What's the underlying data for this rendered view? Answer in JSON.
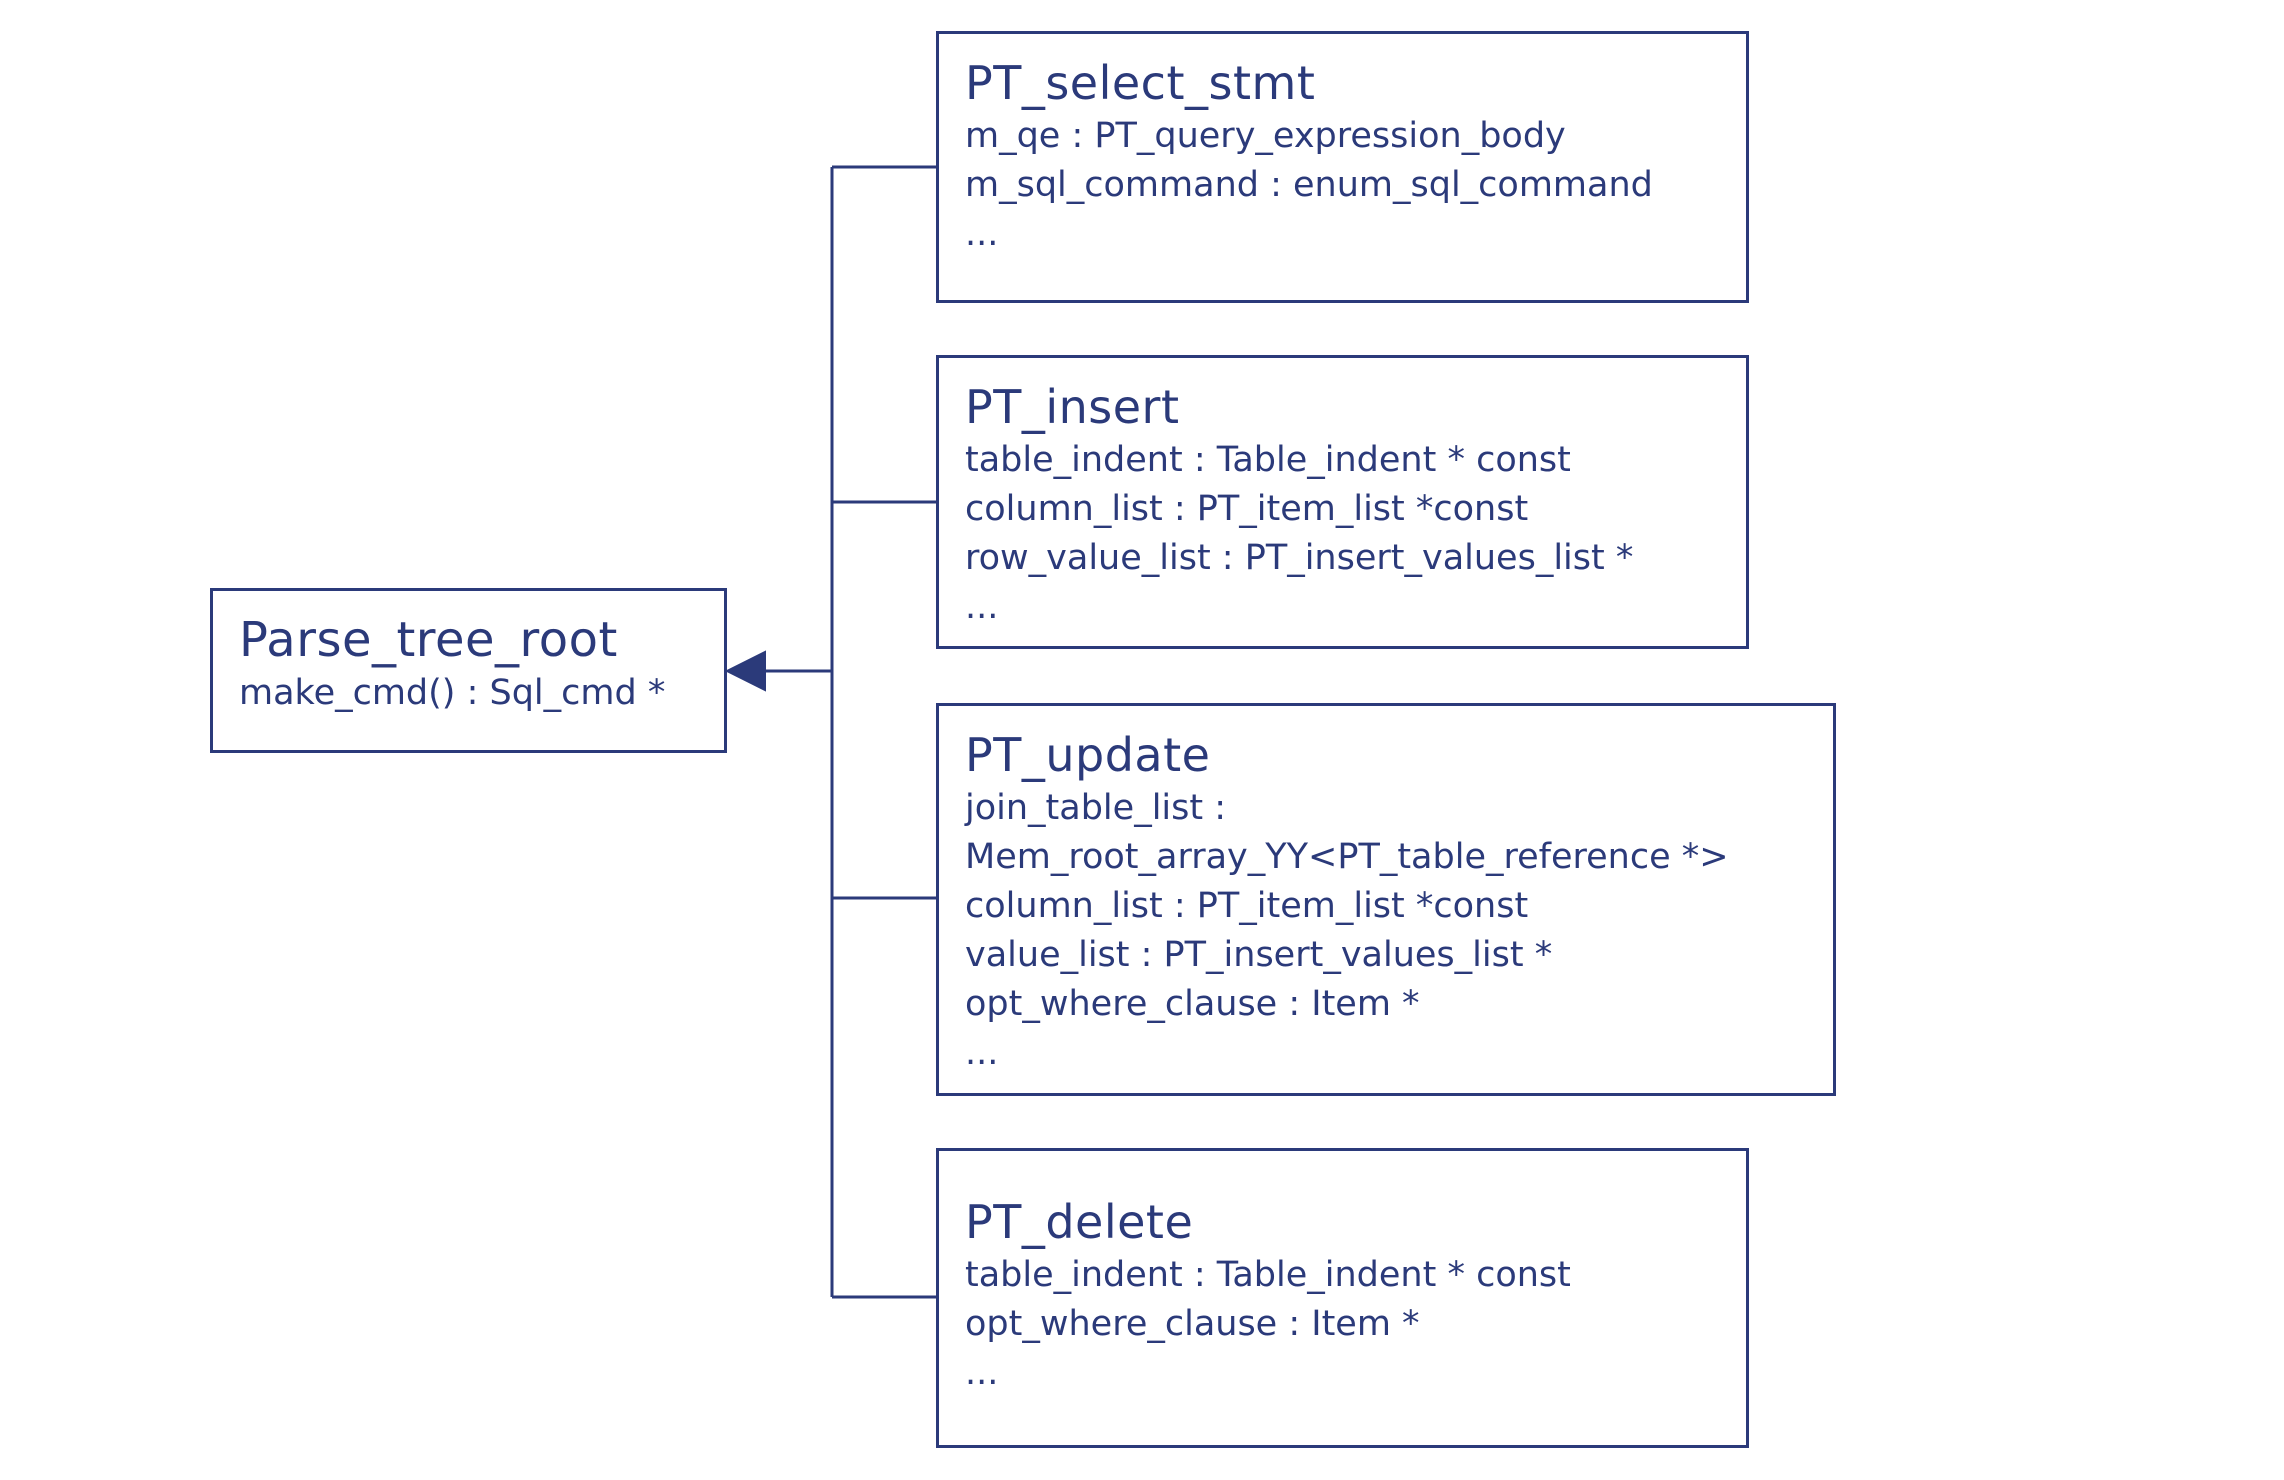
{
  "diagram": {
    "colors": {
      "stroke": "#2b3a7a",
      "text": "#2b3a7a",
      "background": "#ffffff"
    },
    "root": {
      "name": "Parse_tree_root",
      "attributes": [
        "make_cmd() : Sql_cmd *"
      ]
    },
    "children": [
      {
        "name": "PT_select_stmt",
        "attributes": [
          "m_qe : PT_query_expression_body",
          "m_sql_command : enum_sql_command",
          "..."
        ]
      },
      {
        "name": "PT_insert",
        "attributes": [
          "table_indent : Table_indent * const",
          "column_list : PT_item_list *const",
          "row_value_list : PT_insert_values_list *",
          "..."
        ]
      },
      {
        "name": "PT_update",
        "attributes": [
          "join_table_list :",
          "Mem_root_array_YY<PT_table_reference *>",
          "column_list : PT_item_list *const",
          "value_list : PT_insert_values_list *",
          "opt_where_clause : Item *",
          "..."
        ]
      },
      {
        "name": "PT_delete",
        "attributes": [
          "table_indent : Table_indent * const",
          "opt_where_clause : Item *",
          "..."
        ]
      }
    ]
  }
}
